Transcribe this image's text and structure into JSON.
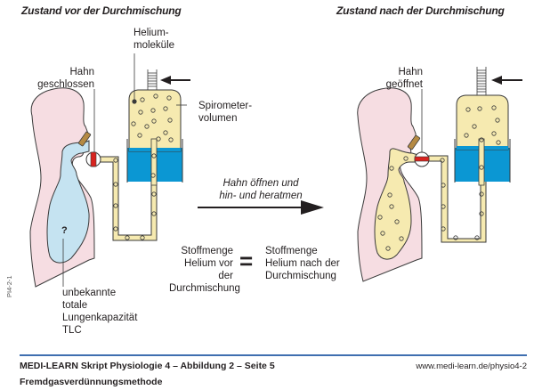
{
  "panels": {
    "before": {
      "title": "Zustand vor der Durchmischung",
      "valve_label": [
        "Hahn",
        "geschlossen"
      ],
      "helium_label": [
        "Helium-",
        "moleküle"
      ],
      "spirometer_label": [
        "Spirometer-",
        "volumen"
      ],
      "lung_mark": "?",
      "lung_label": [
        "unbekannte",
        "totale",
        "Lungenkapazität",
        "TLC"
      ]
    },
    "after": {
      "title": "Zustand nach der Durchmischung",
      "valve_label": [
        "Hahn",
        "geöffnet"
      ]
    }
  },
  "transition": {
    "label": [
      "Hahn öffnen und",
      "hin- und heratmen"
    ]
  },
  "equation": {
    "left": [
      "Stoffmenge",
      "Helium vor der",
      "Durchmischung"
    ],
    "operator": "=",
    "right": [
      "Stoffmenge",
      "Helium nach der",
      "Durchmischung"
    ]
  },
  "side_code": "PI4-2-1",
  "footer": {
    "caption": "MEDI-LEARN Skript Physiologie 4 – Abbildung 2 – Seite 5",
    "subtitle": "Fremdgasverdünnungsmethode",
    "url": "www.medi-learn.de/physio4-2"
  },
  "colors": {
    "skin": "#f6dde2",
    "lung_before": "#c5e3f1",
    "gas_helium": "#f6eab0",
    "water": "#0b97d3",
    "valve_red": "#d8231f",
    "mouthpiece": "#b58a43",
    "rule": "#3f6fb0"
  }
}
